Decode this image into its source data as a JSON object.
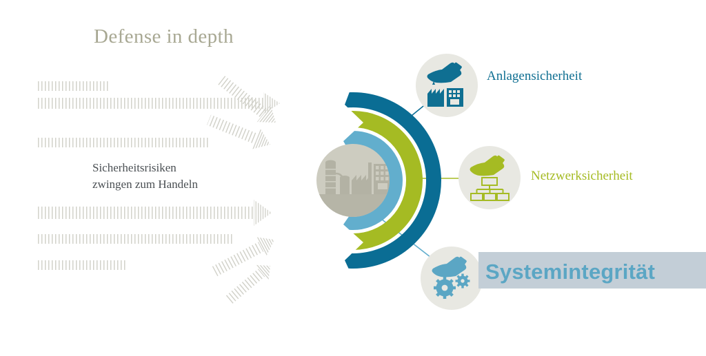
{
  "diagram": {
    "title": "Defense in depth",
    "left_caption_line1": "Sicherheitsrisiken",
    "left_caption_line2": "zwingen zum Handeln",
    "layers": [
      {
        "id": "anlagensicherheit",
        "label": "Anlagensicherheit",
        "color": "#0f6f92",
        "icon": "hand-over-factory-icon",
        "ring": "outer"
      },
      {
        "id": "netzwerksicherheit",
        "label": "Netzwerksicherheit",
        "color": "#a5bb23",
        "icon": "hand-over-network-icon",
        "ring": "middle"
      },
      {
        "id": "systemintegritaet",
        "label": "Systemintegrität",
        "color": "#5ba6c4",
        "icon": "hand-over-gears-icon",
        "ring": "inner",
        "highlighted": true,
        "highlight_color": "#c3ced7"
      }
    ],
    "center": {
      "icon": "factory-skyline-silhouette",
      "background_color": "#cdccc0",
      "silhouette_color": "#b3b2a4"
    },
    "rings": {
      "outer_color": "#0a6d94",
      "middle_color": "#a5bb23",
      "inner_color": "#62aecd",
      "gap_color": "#ffffff"
    },
    "icon_badge_background": "#e8e8e2",
    "inbound_arrows": {
      "count": 5,
      "color": "#d2d2ca",
      "meaning": "security risks converging on the plant"
    }
  }
}
